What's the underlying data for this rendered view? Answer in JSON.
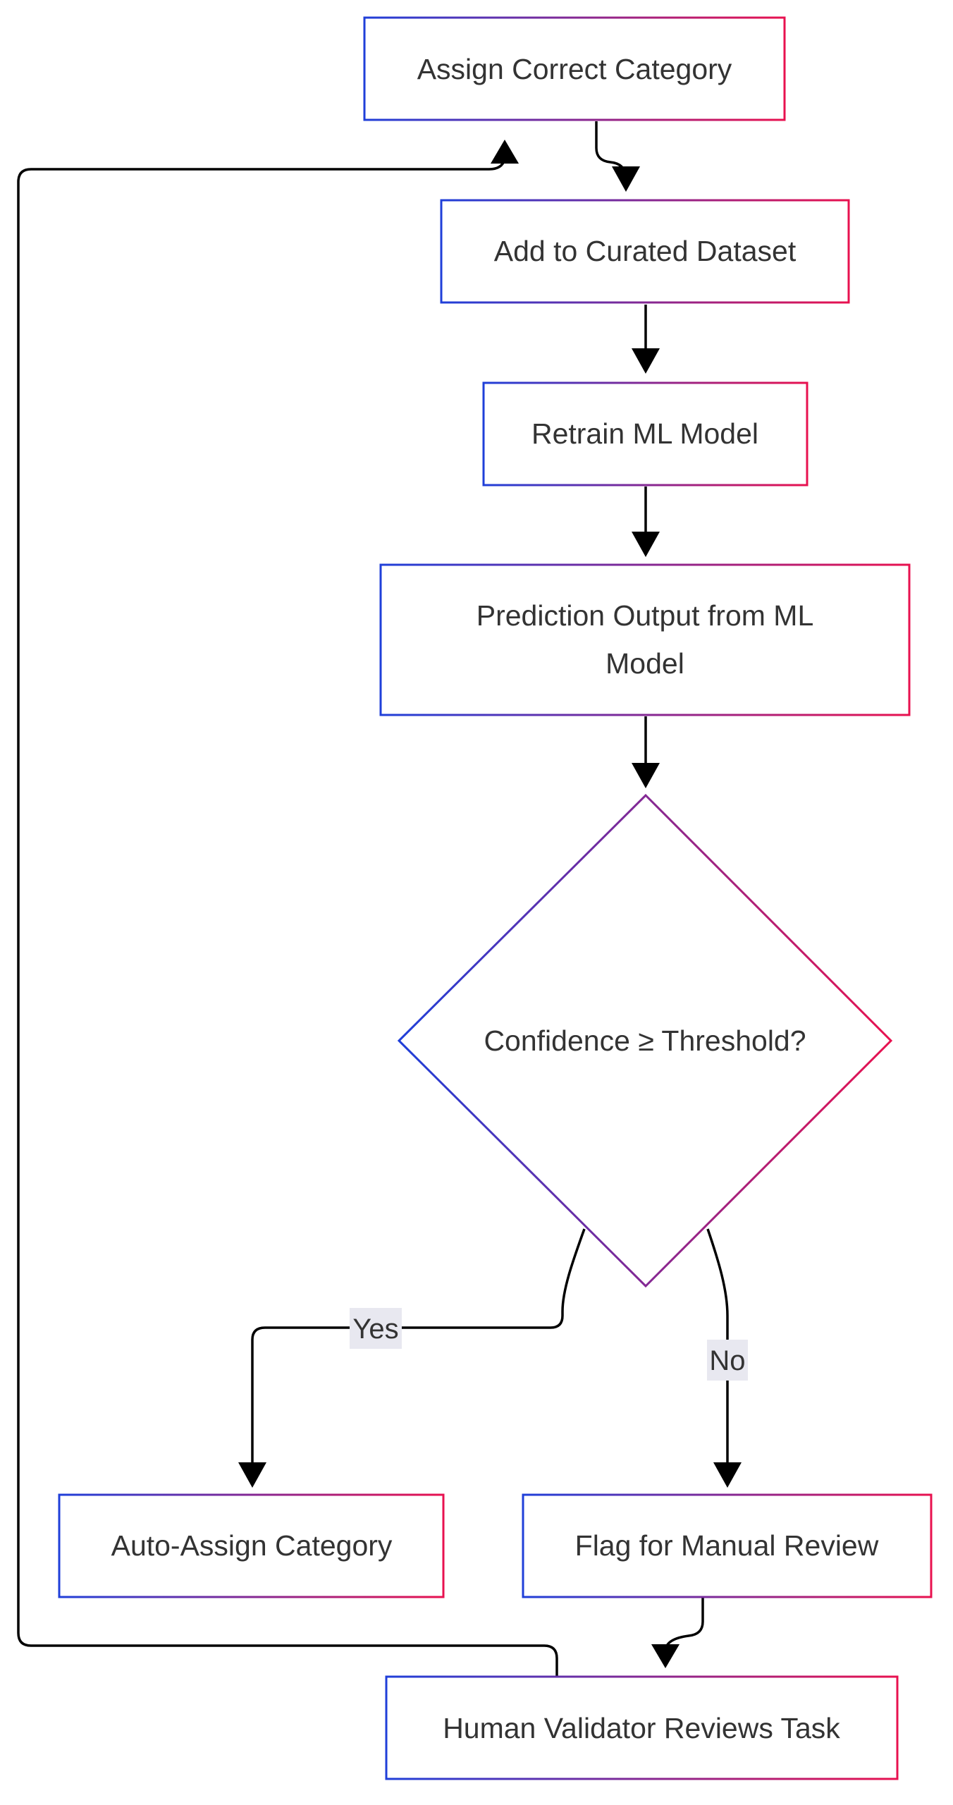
{
  "diagram": {
    "colors": {
      "border_gradient_start": "#1f3fd9",
      "border_gradient_end": "#e8114f",
      "text": "#333333",
      "edge": "#000000",
      "edge_label_background": "#e8e8f0",
      "node_fill": "#ffffff"
    },
    "nodes": {
      "assign_correct_category": {
        "label": "Assign Correct Category"
      },
      "add_to_curated_dataset": {
        "label": "Add to Curated Dataset"
      },
      "retrain_ml_model": {
        "label": "Retrain ML Model"
      },
      "prediction_output": {
        "line1": "Prediction Output from ML",
        "line2": "Model"
      },
      "confidence_decision": {
        "label": "Confidence ≥ Threshold?"
      },
      "auto_assign_category": {
        "label": "Auto-Assign Category"
      },
      "flag_for_manual_review": {
        "label": "Flag for Manual Review"
      },
      "human_validator_reviews": {
        "label": "Human Validator Reviews Task"
      }
    },
    "edges": [
      {
        "from": "assign_correct_category",
        "to": "add_to_curated_dataset"
      },
      {
        "from": "add_to_curated_dataset",
        "to": "retrain_ml_model"
      },
      {
        "from": "retrain_ml_model",
        "to": "prediction_output"
      },
      {
        "from": "prediction_output",
        "to": "confidence_decision"
      },
      {
        "from": "confidence_decision",
        "to": "auto_assign_category",
        "label": "Yes"
      },
      {
        "from": "confidence_decision",
        "to": "flag_for_manual_review",
        "label": "No"
      },
      {
        "from": "flag_for_manual_review",
        "to": "human_validator_reviews"
      },
      {
        "from": "human_validator_reviews",
        "to": "assign_correct_category"
      }
    ],
    "edge_labels": {
      "yes": "Yes",
      "no": "No"
    }
  }
}
